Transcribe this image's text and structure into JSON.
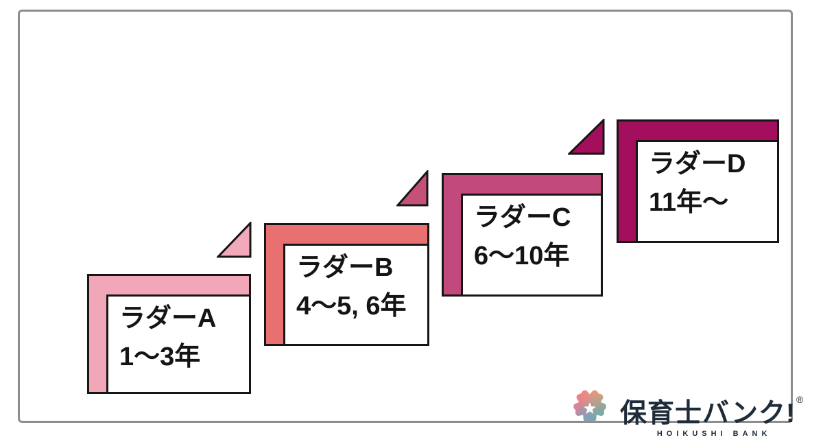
{
  "steps": [
    {
      "name": "ラダーA",
      "years": "1～3年",
      "color": "#F2A7B9"
    },
    {
      "name": "ラダーB",
      "years": "4～5, 6年",
      "color": "#E97070"
    },
    {
      "name": "ラダーC",
      "years": "6～10年",
      "color": "#C2497B"
    },
    {
      "name": "ラダーD",
      "years": "11年～",
      "color": "#A30F5C"
    }
  ],
  "connectors": [
    {
      "color": "#F2A9BB"
    },
    {
      "color": "#C4517A"
    },
    {
      "color": "#A30F5C"
    }
  ],
  "logo": {
    "brand": "保育士バンク!",
    "registered_mark": "®",
    "subtitle": "HOIKUSHI BANK",
    "text_color": "#1E2B39"
  },
  "colors": {
    "outline": "#161616",
    "frame_border": "#8D8D8D",
    "background": "#FFFFFF"
  }
}
